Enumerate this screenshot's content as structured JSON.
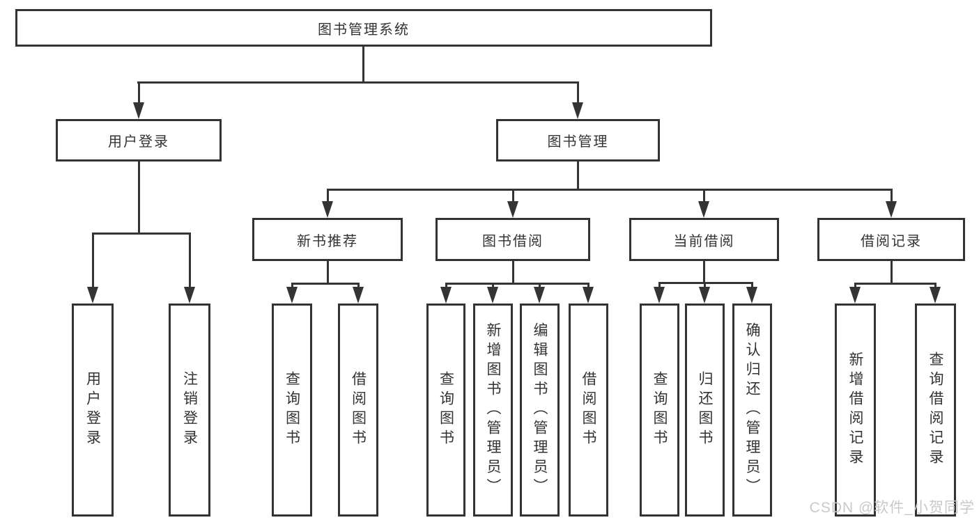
{
  "tree": {
    "root": {
      "label": "图书管理系统"
    },
    "branches": [
      {
        "label": "用户登录",
        "children": [
          {
            "label": "用户登录"
          },
          {
            "label": "注销登录"
          }
        ]
      },
      {
        "label": "图书管理",
        "sections": [
          {
            "label": "新书推荐",
            "children": [
              {
                "label": "查询图书"
              },
              {
                "label": "借阅图书"
              }
            ]
          },
          {
            "label": "图书借阅",
            "children": [
              {
                "label": "查询图书"
              },
              {
                "label": "新增图书（管理员）"
              },
              {
                "label": "编辑图书（管理员）"
              },
              {
                "label": "借阅图书"
              }
            ]
          },
          {
            "label": "当前借阅",
            "children": [
              {
                "label": "查询图书"
              },
              {
                "label": "归还图书"
              },
              {
                "label": "确认归还（管理员）"
              }
            ]
          },
          {
            "label": "借阅记录",
            "children": [
              {
                "label": "新增借阅记录"
              },
              {
                "label": "查询借阅记录"
              }
            ]
          }
        ]
      }
    ]
  },
  "watermark": {
    "text": "CSDN @软件_小贺同学"
  },
  "colors": {
    "line": "#343434",
    "border": "#333333",
    "text": "#333333",
    "background": "#ffffff",
    "watermark": "#c9c9c9"
  }
}
